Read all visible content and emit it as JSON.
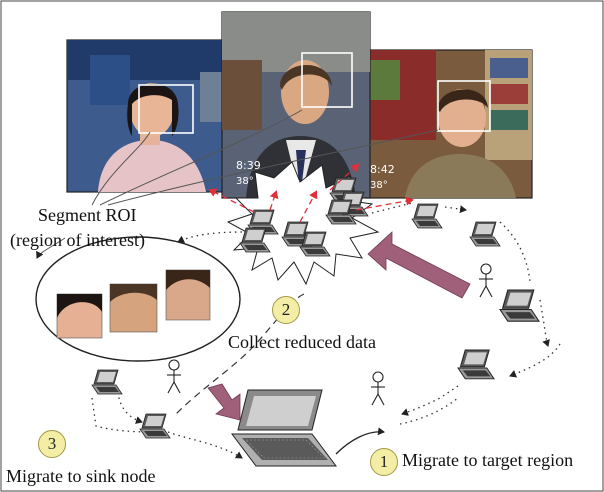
{
  "labels": {
    "segment_roi": "Segment ROI",
    "region_of_interest": "(region of interest)",
    "collect_reduced_data": "Collect reduced data",
    "migrate_to_sink": "Migrate to sink node",
    "migrate_to_target": "Migrate to target region"
  },
  "steps": {
    "step1": "1",
    "step2": "2",
    "step3": "3"
  },
  "video_overlays": {
    "timestamp_center": "8:39",
    "temp_center": "38°",
    "timestamp_right": "8:42",
    "temp_right": "38°"
  },
  "colors": {
    "step_badge_fill": "#f3eda6",
    "arrow_fill": "#a0607a",
    "dashed_red": "#e0303a",
    "roi_box": "#ffffff"
  },
  "icons": [
    "laptop-node-icon",
    "person-icon",
    "face-thumbnail",
    "video-frame"
  ]
}
